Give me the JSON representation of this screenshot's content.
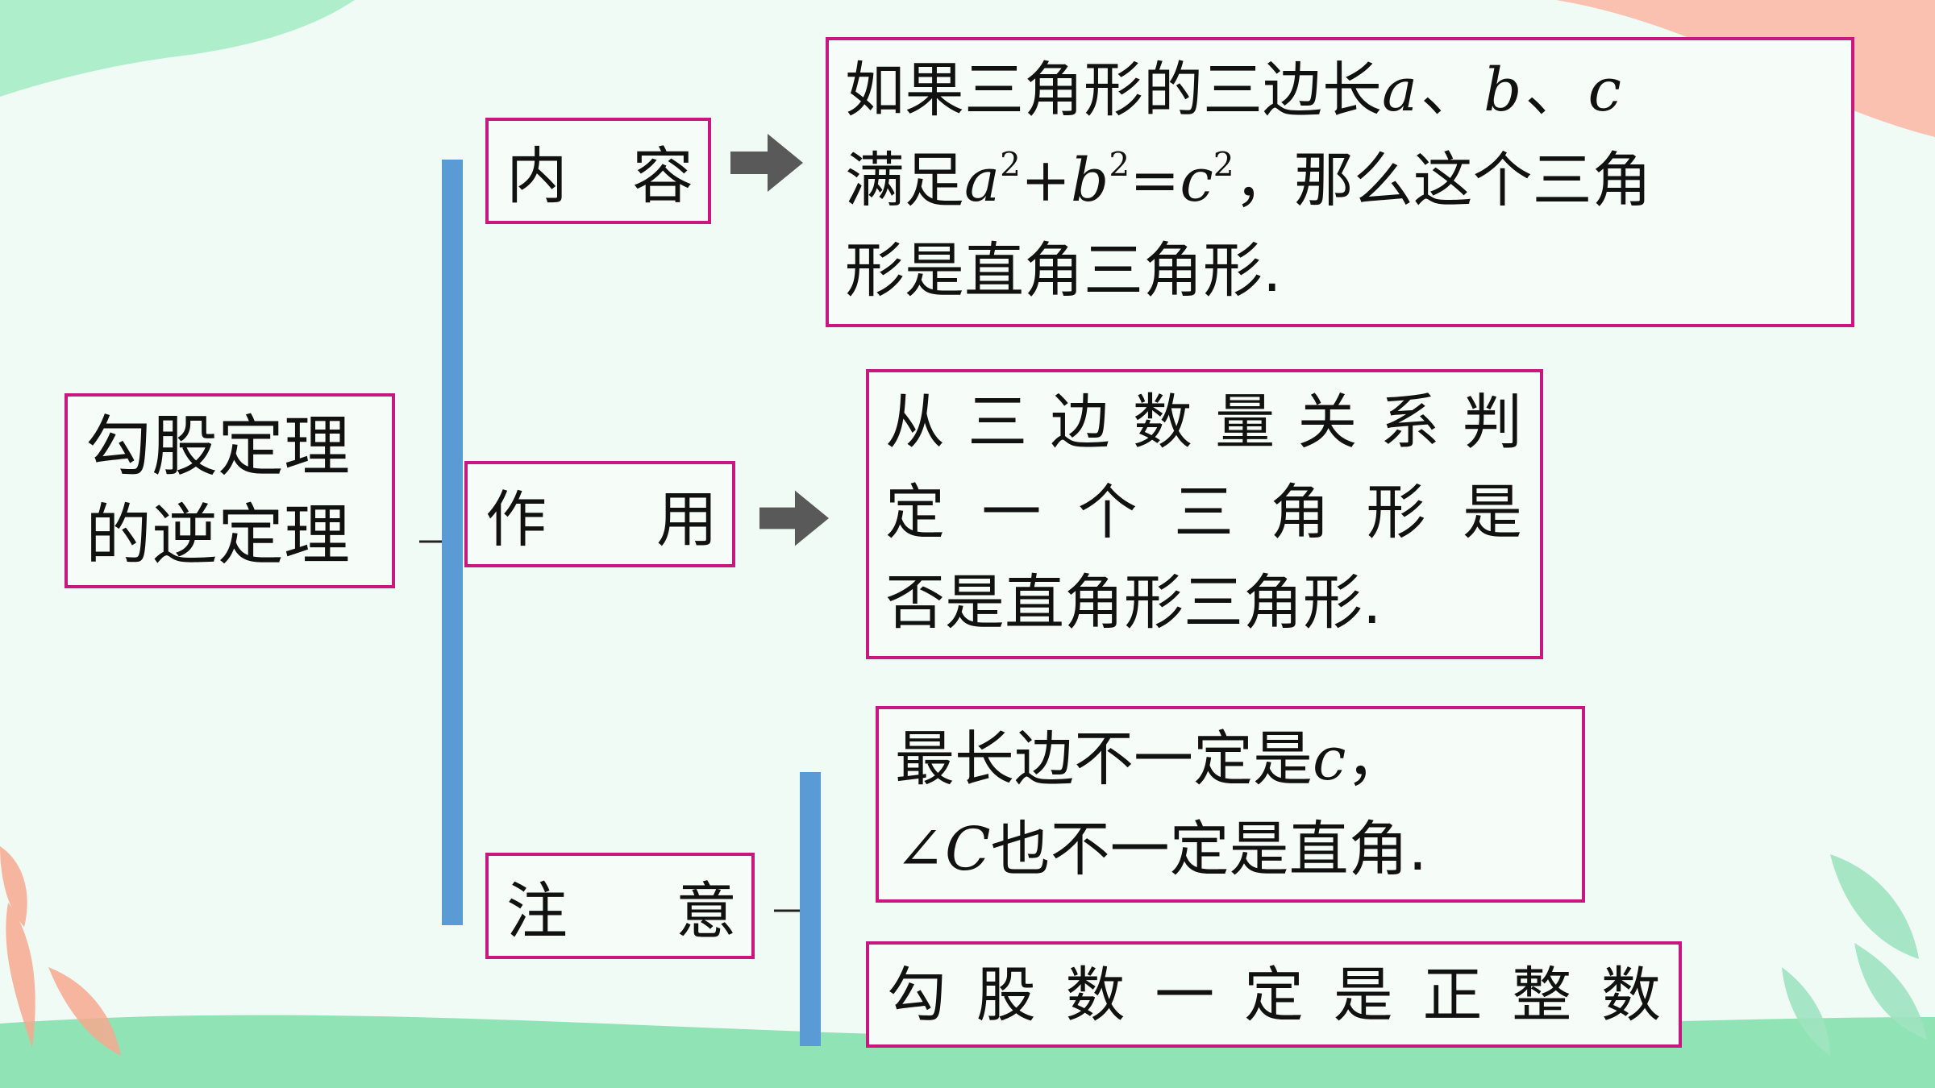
{
  "root": {
    "line1": "勾股定理",
    "line2": "的逆定理"
  },
  "branches": {
    "content": {
      "c1": "内",
      "c2": "容"
    },
    "role": {
      "c1": "作",
      "c2": "用"
    },
    "note": {
      "c1": "注",
      "c2": "意"
    }
  },
  "content_text": {
    "l1_text": "如果三角形的三边长",
    "var_a": "a",
    "sep1": "、",
    "var_b": "b",
    "sep2": "、",
    "var_c": "c",
    "l2_pre": "满足",
    "eq_a": "a",
    "exp1": "2",
    "plus": "+",
    "eq_b": "b",
    "exp2": "2",
    "equals": "=",
    "eq_c": "c",
    "exp3": "2",
    "l2_post": "，那么这个三角",
    "l3": "形是直角三角形."
  },
  "role_text": {
    "l1": "从三边数量关系判",
    "l2": "定一个三角形是",
    "l3": "否是直角形三角形."
  },
  "note_text": {
    "n1_l1_pre": "最长边不一定是",
    "n1_var": "c",
    "n1_l1_post": "，",
    "n1_l2_angle": "∠",
    "n1_l2_var": "C",
    "n1_l2_post": "也不一定是直角.",
    "n2": "勾股数一定是正整数"
  },
  "colors": {
    "box_border": "#c8177e",
    "bracket": "#5b9bd5",
    "arrow": "#595959",
    "background": "#f1fbf6"
  }
}
